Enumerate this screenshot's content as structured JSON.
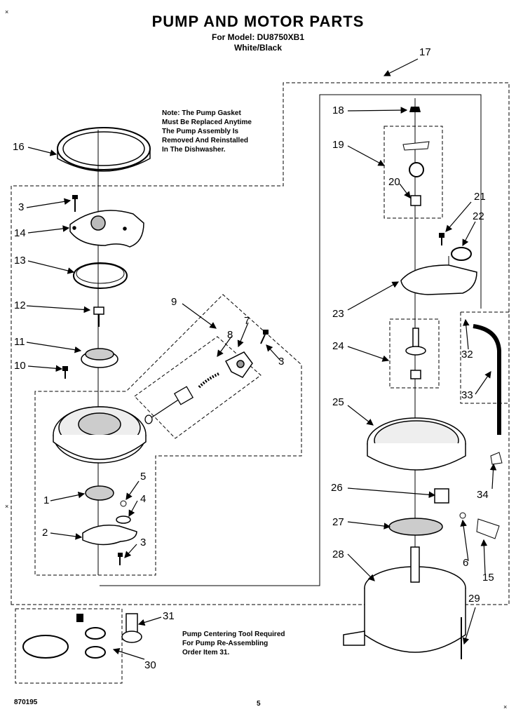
{
  "title": "PUMP AND MOTOR PARTS",
  "model_line": "For Model: DU8750XB1",
  "color_line": "White/Black",
  "note_gasket": "Note: The Pump Gasket\nMust Be Replaced Anytime\nThe Pump Assembly Is\nRemoved And Reinstalled\nIn The Dishwasher.",
  "note_tool": "Pump Centering Tool Required\nFor Pump Re-Assembling\nOrder Item 31.",
  "footer_code": "870195",
  "page_number": "5",
  "corner_mark": "×",
  "callouts": [
    {
      "id": "c17",
      "label": "17"
    },
    {
      "id": "c16",
      "label": "16"
    },
    {
      "id": "c3a",
      "label": "3"
    },
    {
      "id": "c14",
      "label": "14"
    },
    {
      "id": "c13",
      "label": "13"
    },
    {
      "id": "c12",
      "label": "12"
    },
    {
      "id": "c11",
      "label": "11"
    },
    {
      "id": "c10",
      "label": "10"
    },
    {
      "id": "c9",
      "label": "9"
    },
    {
      "id": "c8",
      "label": "8"
    },
    {
      "id": "c7",
      "label": "7"
    },
    {
      "id": "c3b",
      "label": "3"
    },
    {
      "id": "c5",
      "label": "5"
    },
    {
      "id": "c1",
      "label": "1"
    },
    {
      "id": "c4",
      "label": "4"
    },
    {
      "id": "c2",
      "label": "2"
    },
    {
      "id": "c3c",
      "label": "3"
    },
    {
      "id": "c18",
      "label": "18"
    },
    {
      "id": "c19",
      "label": "19"
    },
    {
      "id": "c20",
      "label": "20"
    },
    {
      "id": "c21",
      "label": "21"
    },
    {
      "id": "c22",
      "label": "22"
    },
    {
      "id": "c23",
      "label": "23"
    },
    {
      "id": "c24",
      "label": "24"
    },
    {
      "id": "c32",
      "label": "32"
    },
    {
      "id": "c33",
      "label": "33"
    },
    {
      "id": "c25",
      "label": "25"
    },
    {
      "id": "c34",
      "label": "34"
    },
    {
      "id": "c26",
      "label": "26"
    },
    {
      "id": "c27",
      "label": "27"
    },
    {
      "id": "c6",
      "label": "6"
    },
    {
      "id": "c15",
      "label": "15"
    },
    {
      "id": "c28",
      "label": "28"
    },
    {
      "id": "c29",
      "label": "29"
    },
    {
      "id": "c31",
      "label": "31"
    },
    {
      "id": "c30",
      "label": "30"
    }
  ]
}
